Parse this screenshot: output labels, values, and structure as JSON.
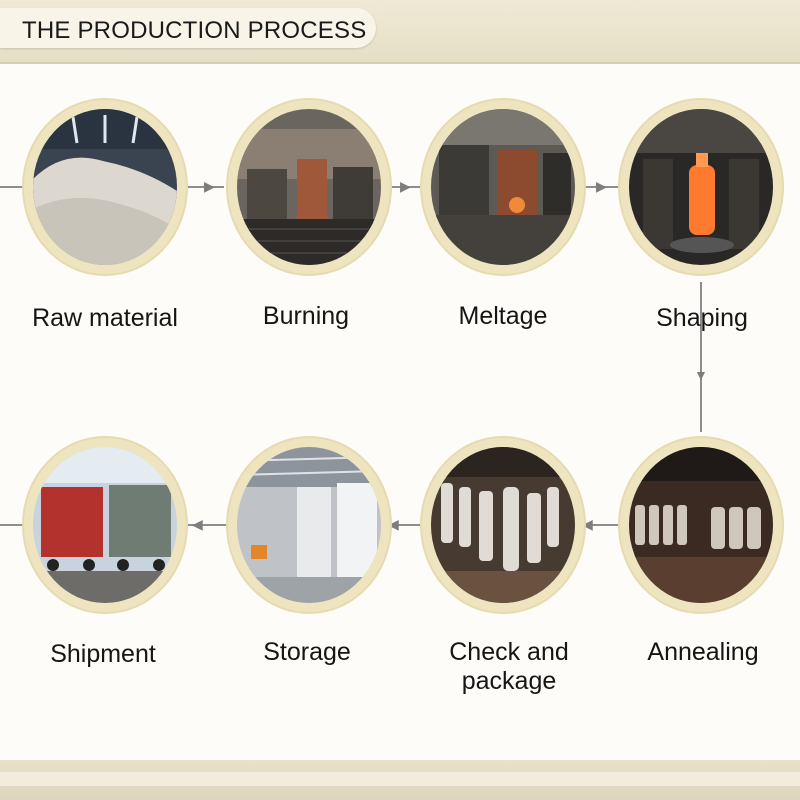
{
  "header": {
    "title": "THE PRODUCTION PROCESS"
  },
  "steps": [
    {
      "label": "Raw material"
    },
    {
      "label": "Burning"
    },
    {
      "label": "Meltage"
    },
    {
      "label": "Shaping"
    },
    {
      "label": "Annealing"
    },
    {
      "label": "Check and package"
    },
    {
      "label": "Storage"
    },
    {
      "label": "Shipment"
    }
  ],
  "colors": {
    "ring": "#eee4bf",
    "connector": "#8e8e8e",
    "header_band": "#e6dfc6"
  }
}
